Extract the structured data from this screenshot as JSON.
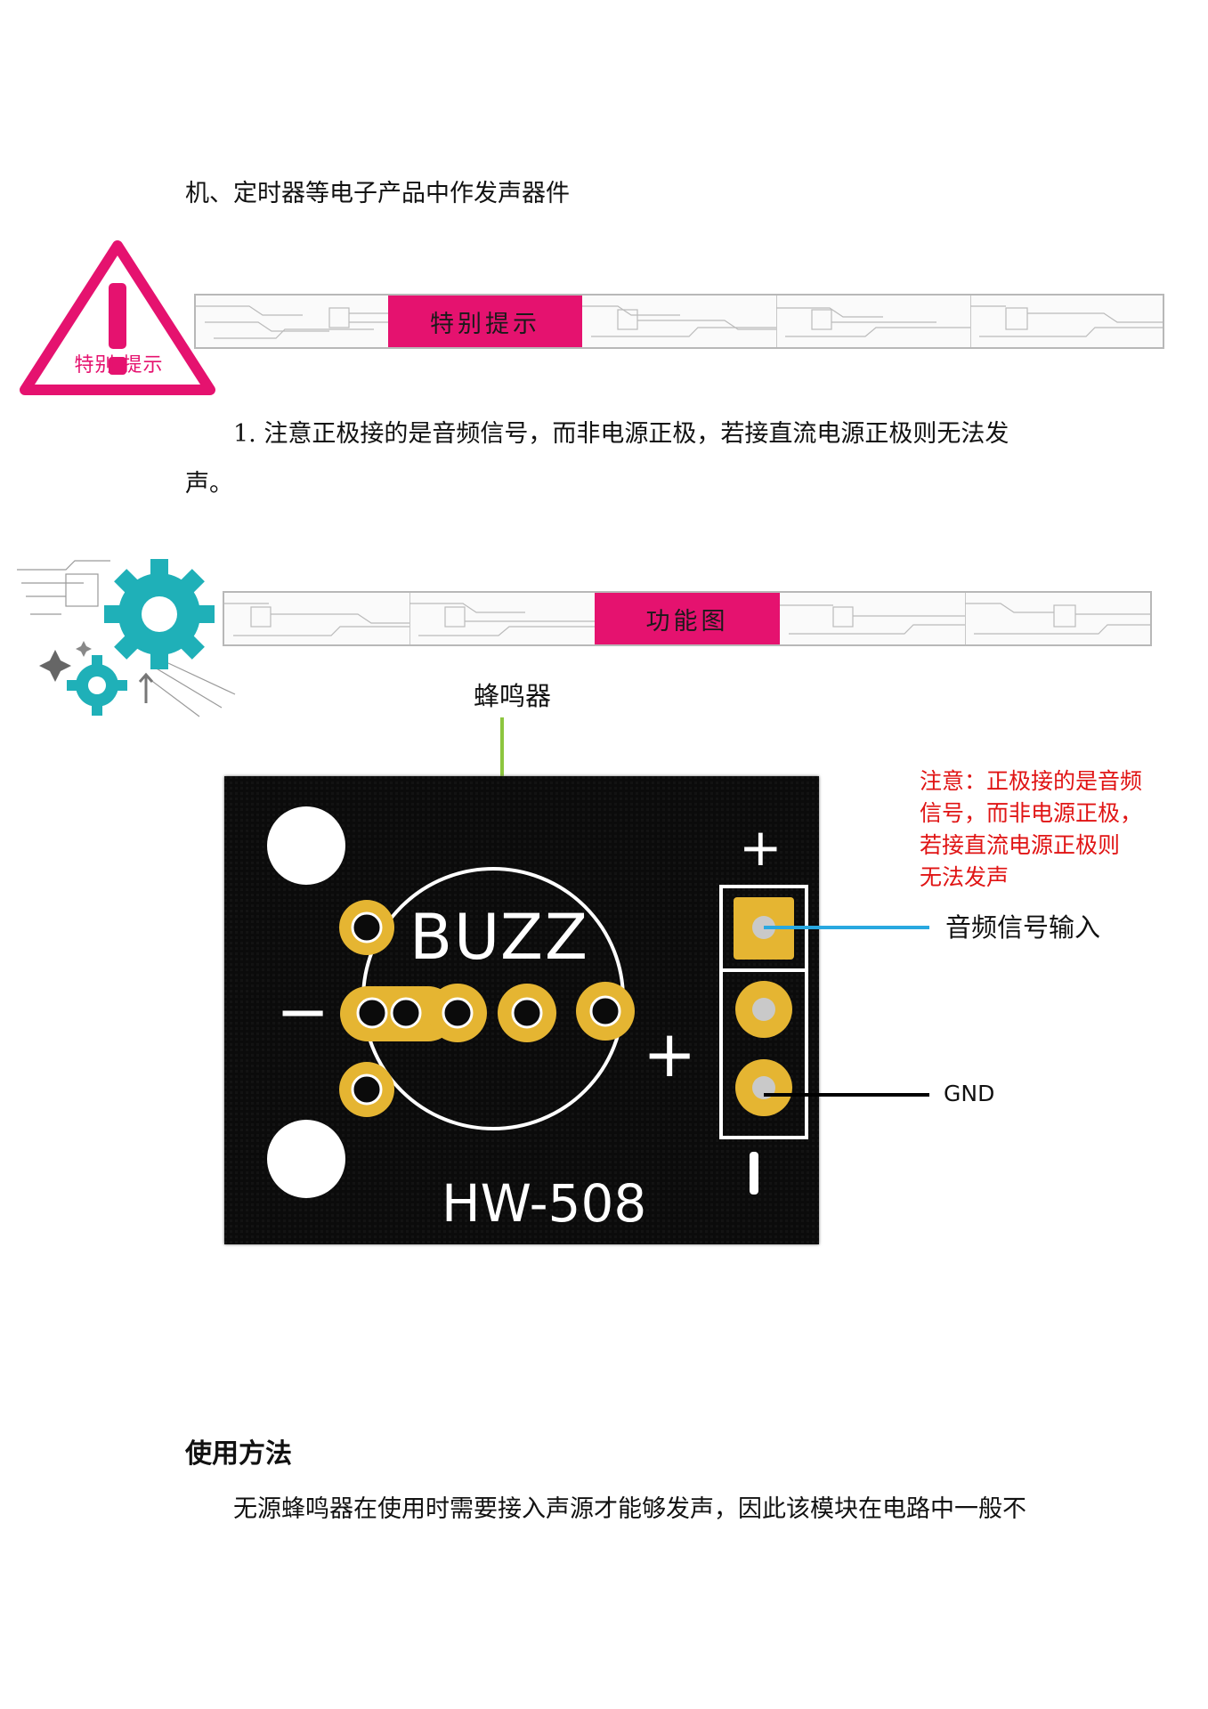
{
  "intro_line": "机、定时器等电子产品中作发声器件",
  "warning_icon": {
    "icon": "warning-triangle-icon",
    "label": "特别 提示",
    "color": "#e5126f"
  },
  "banner_notice": {
    "label": "特别提示"
  },
  "notice_text_line1": "1. 注意正极接的是音频信号，而非电源正极，若接直流电源正极则无法发",
  "notice_text_line2": "声。",
  "gear_icon": "gear-circuit-icon",
  "banner_function": {
    "label": "功能图"
  },
  "diagram": {
    "buzzer_label": "蜂鸣器",
    "board_text_buzz": "BUZZ",
    "board_text_model": "HW-508",
    "minus_sign": "−",
    "plus_sign": "+",
    "header_plus": "+",
    "header_minus": "−",
    "callout_lines": [
      "注意：正极接的是音频",
      "信号，而非电源正极，",
      "若接直流电源正极则",
      "无法发声"
    ],
    "signal_label": "音频信号输入",
    "gnd_label": "GND",
    "colors": {
      "arrow": "#8dc63f",
      "signal_line": "#29a8e0",
      "gnd_line": "#000000",
      "pad": "#e5b532",
      "board": "#0b0b0b",
      "callout": "#e01414"
    }
  },
  "section_heading": "使用方法",
  "usage_text": "无源蜂鸣器在使用时需要接入声源才能够发声，因此该模块在电路中一般不"
}
